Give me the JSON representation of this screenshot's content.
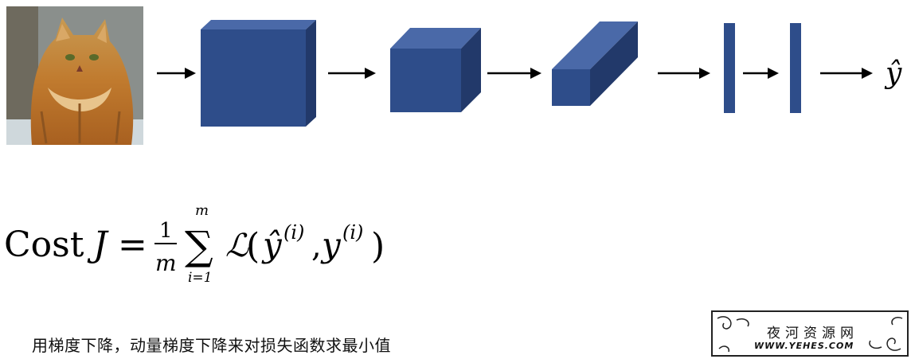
{
  "network": {
    "output_label": "ŷ",
    "colors": {
      "block_front": "#2e4d8a",
      "block_top": "#4a69a8",
      "block_side": "#22396a",
      "arrow": "#000000"
    }
  },
  "formula": {
    "cost_word": "Cost",
    "J": "J",
    "equals": "=",
    "numerator": "1",
    "denominator": "m",
    "sum_top": "m",
    "sum_bottom": "i=1",
    "loss": "ℒ",
    "open_paren": "(",
    "y_hat": "ŷ",
    "sup_i": "(i)",
    "comma": ",",
    "y": "y",
    "close_paren": ")"
  },
  "caption": "用梯度下降，动量梯度下降来对损失函数求最小值",
  "watermark": {
    "title": "夜河资源网",
    "url": "WWW.YEHES.COM"
  }
}
